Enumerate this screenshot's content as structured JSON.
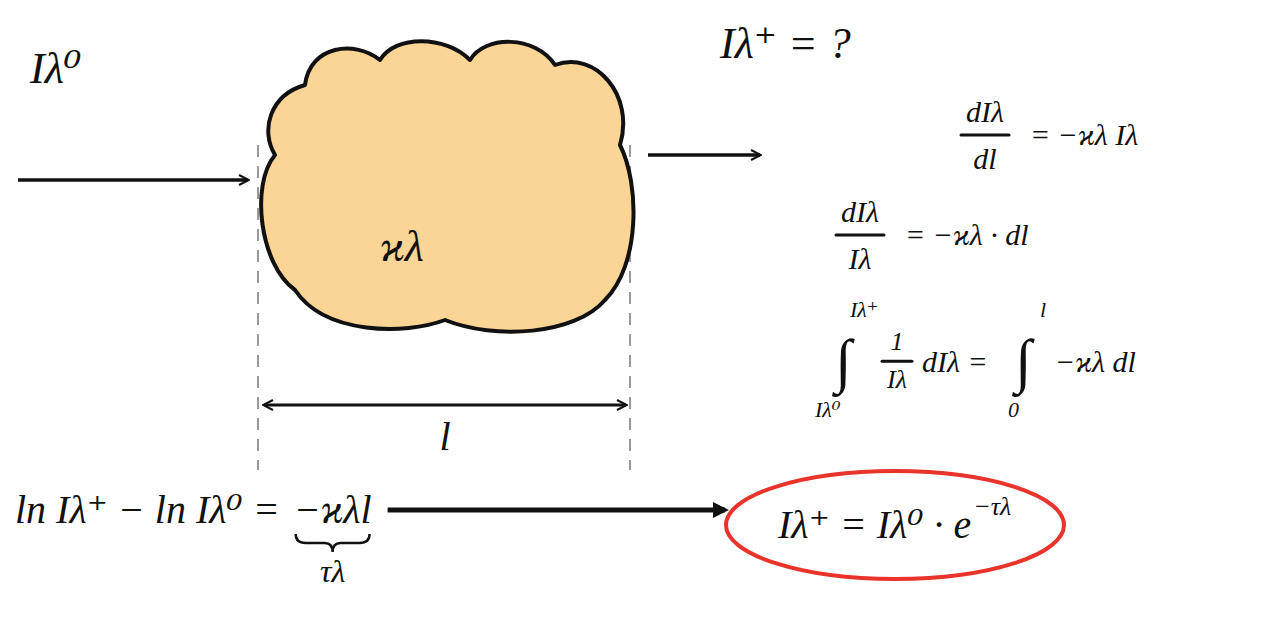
{
  "diagram": {
    "nodes": [
      {
        "text": [
          "ϰλ"
        ]
      },
      {
        "text": [
          "Iλ⁺ = Iλ⁰ · e",
          "−τλ"
        ]
      }
    ],
    "labels": [
      "Iλ⁰",
      "Iλ⁺ = ?",
      "dIλ",
      "dl",
      "= −ϰλ Iλ",
      "dIλ",
      "Iλ",
      "= −ϰλ · dl",
      "Iλ⁺",
      "∫",
      "Iλ⁰",
      "1",
      "Iλ",
      "dIλ =",
      "l",
      "∫",
      "0",
      "−ϰλ dl",
      "l",
      "ln Iλ⁺ − ln Iλ⁰ =",
      "−ϰλl",
      "τλ"
    ]
  }
}
